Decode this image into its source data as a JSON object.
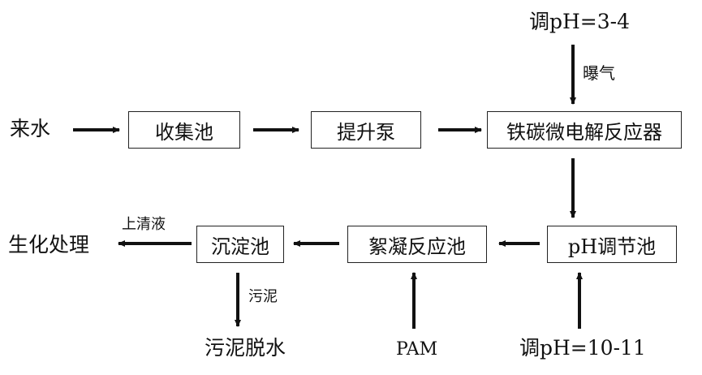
{
  "nodes": {
    "inflow": "来水",
    "collection_tank": "收集池",
    "lift_pump": "提升泵",
    "iron_carbon_reactor": "铁碳微电解反应器",
    "ph_adjust_tank": "pH调节池",
    "flocculation_tank": "絮凝反应池",
    "sedimentation_tank": "沉淀池",
    "biochemical_treatment": "生化处理",
    "sludge_dewatering": "污泥脱水"
  },
  "labels": {
    "ph_3_4": "调pH=3-4",
    "aeration": "曝气",
    "supernatant": "上清液",
    "sludge": "污泥",
    "pam": "PAM",
    "ph_10_11": "调pH=10-11"
  },
  "colors": {
    "line": "#111111",
    "box_border": "#222222"
  }
}
